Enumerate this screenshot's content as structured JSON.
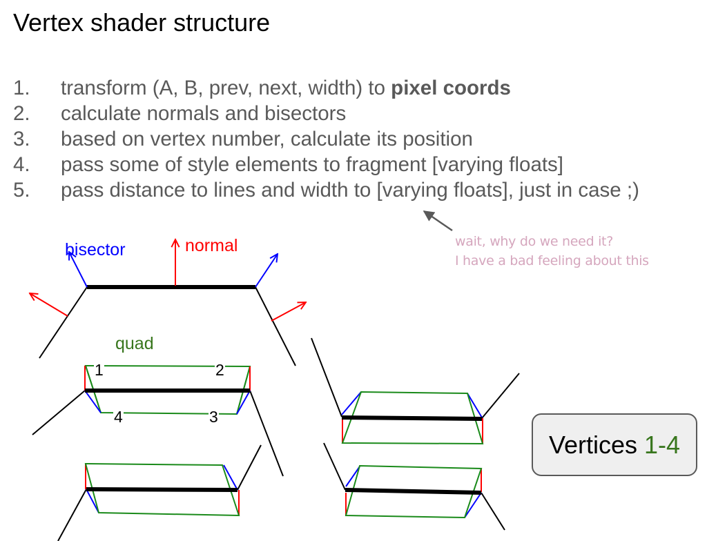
{
  "slide": {
    "title": "Vertex shader structure",
    "steps": [
      {
        "number": "1.",
        "text": "transform (A, B, prev, next, width) to ",
        "bold": "pixel coords"
      },
      {
        "number": "2.",
        "text": "calculate normals and bisectors"
      },
      {
        "number": "3.",
        "text": "based on vertex number, calculate its position"
      },
      {
        "number": "4.",
        "text": "pass some of style elements to fragment [varying floats]"
      },
      {
        "number": "5.",
        "text": "pass distance to lines and width to [varying floats], just in case ;)"
      }
    ],
    "annotation": {
      "line1": "wait, why do we need it?",
      "line2": "I have a bad feeling about this",
      "color": "#d5a6bd"
    }
  },
  "diagram": {
    "labels": {
      "bisector": "bisector",
      "normal": "normal",
      "quad": "quad"
    },
    "vertex_numbers": [
      "1",
      "2",
      "3",
      "4"
    ],
    "colors": {
      "segment": "#000000",
      "bisector": "#0000ff",
      "normal": "#ff0000",
      "quad": "#1a8a1a",
      "quad_label": "#38761d"
    }
  },
  "badge": {
    "prefix": "Vertices",
    "range": "1-4",
    "range_color": "#38761d"
  }
}
